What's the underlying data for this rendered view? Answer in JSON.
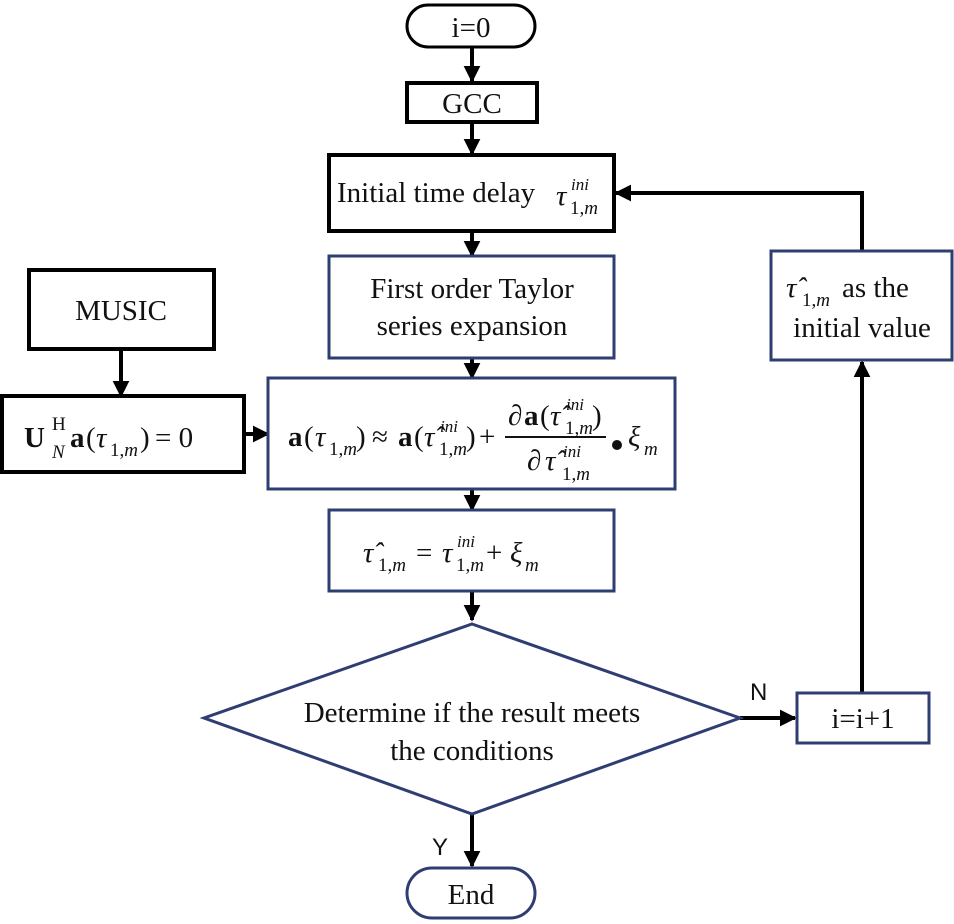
{
  "nodes": {
    "start": "i=0",
    "gcc": "GCC",
    "initial_delay": "Initial time delay",
    "taylor_line1": "First order Taylor",
    "taylor_line2": "series expansion",
    "music": "MUSIC",
    "initial_value_suffix": "as the",
    "initial_value_line2": "initial value",
    "decision_line1": "Determine if the result meets",
    "decision_line2": "the conditions",
    "increment": "i=i+1",
    "end": "End"
  },
  "edge_labels": {
    "no": "N",
    "yes": "Y"
  },
  "colors": {
    "black_border": "#000000",
    "blue_border": "#2f3e72",
    "arrow": "#000000"
  }
}
